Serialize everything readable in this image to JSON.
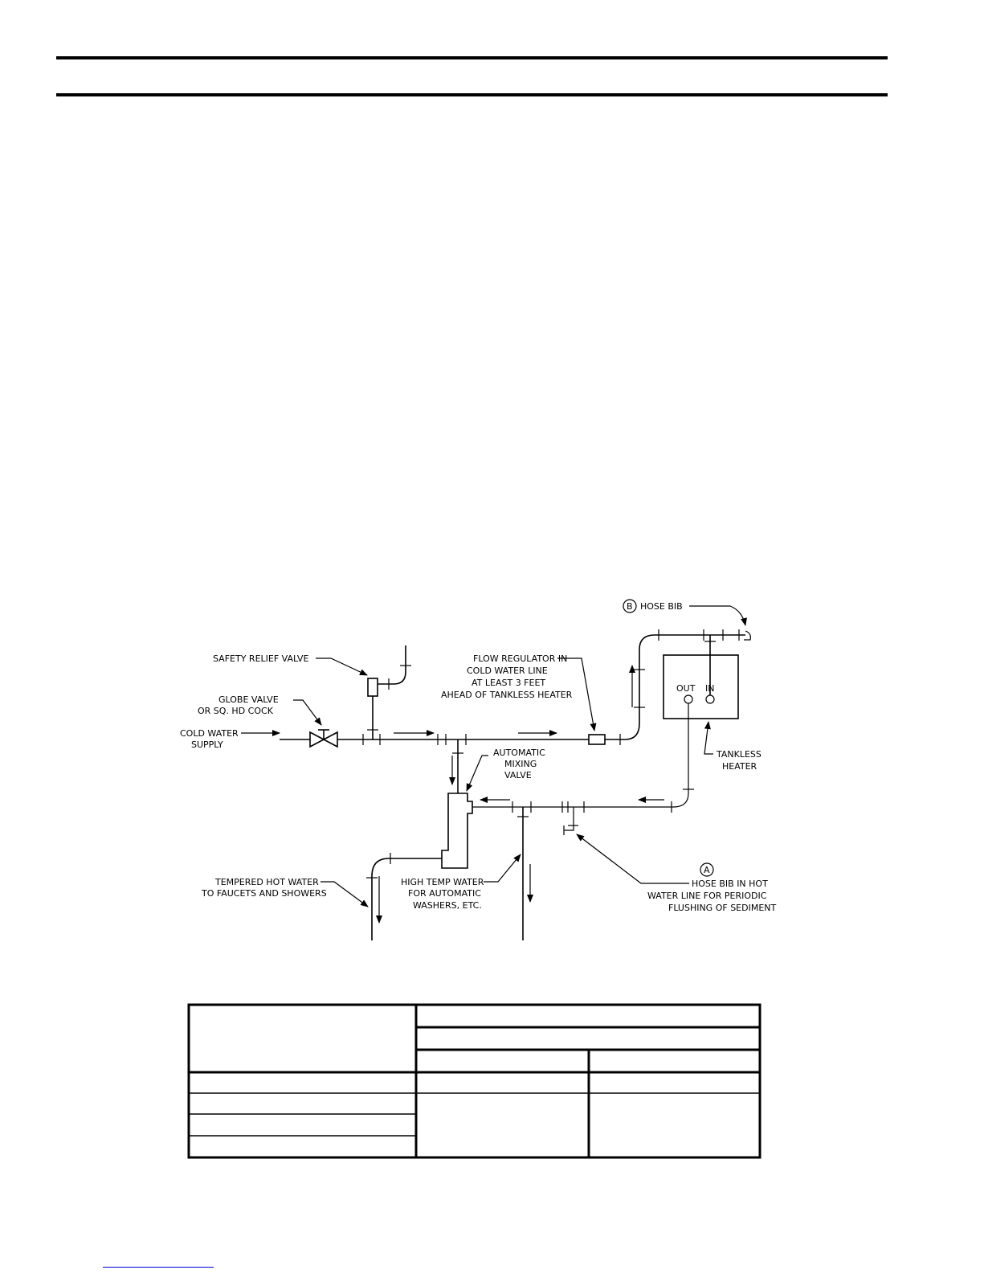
{
  "labels": {
    "safety_relief_valve": "SAFETY RELIEF VALVE",
    "globe_valve_1": "GLOBE VALVE",
    "globe_valve_2": "OR SQ. HD COCK",
    "cold_water_1": "COLD WATER",
    "cold_water_2": "SUPPLY",
    "flow_regulator_1": "FLOW REGULATOR IN",
    "flow_regulator_2": "COLD WATER LINE",
    "flow_regulator_3": "AT LEAST 3 FEET",
    "flow_regulator_4": "AHEAD OF TANKLESS HEATER",
    "hose_bib_b_marker": "B",
    "hose_bib_b": "HOSE BIB",
    "heater_out": "OUT",
    "heater_in": "IN",
    "tankless_1": "TANKLESS",
    "tankless_2": "HEATER",
    "mixing_1": "AUTOMATIC",
    "mixing_2": "MIXING",
    "mixing_3": "VALVE",
    "tempered_1": "TEMPERED HOT WATER",
    "tempered_2": "TO FAUCETS AND SHOWERS",
    "high_temp_1": "HIGH TEMP WATER",
    "high_temp_2": "FOR AUTOMATIC",
    "high_temp_3": "WASHERS, ETC.",
    "hose_bib_a_marker": "A",
    "hose_bib_a_1": "HOSE BIB IN HOT",
    "hose_bib_a_2": "WATER LINE FOR PERIODIC",
    "hose_bib_a_3": "FLUSHING OF SEDIMENT"
  }
}
